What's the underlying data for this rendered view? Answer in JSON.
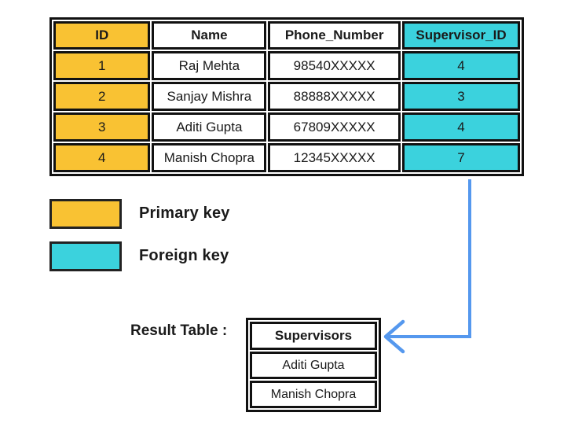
{
  "colors": {
    "primary_key": "#F9C233",
    "foreign_key": "#3BD2DD",
    "arrow": "#5598EE",
    "border": "#111111"
  },
  "employee_table": {
    "columns": [
      "ID",
      "Name",
      "Phone_Number",
      "Supervisor_ID"
    ],
    "primary_key_column": 0,
    "foreign_key_column": 3,
    "rows": [
      [
        "1",
        "Raj Mehta",
        "98540XXXXX",
        "4"
      ],
      [
        "2",
        "Sanjay Mishra",
        "88888XXXXX",
        "3"
      ],
      [
        "3",
        "Aditi Gupta",
        "67809XXXXX",
        "4"
      ],
      [
        "4",
        "Manish Chopra",
        "12345XXXXX",
        "7"
      ]
    ]
  },
  "legend": {
    "items": [
      {
        "label": "Primary key",
        "swatch_color": "#F9C233"
      },
      {
        "label": "Foreign key",
        "swatch_color": "#3BD2DD"
      }
    ]
  },
  "result_table": {
    "caption": "Result Table :",
    "header": "Supervisors",
    "rows": [
      "Aditi Gupta",
      "Manish Chopra"
    ]
  }
}
